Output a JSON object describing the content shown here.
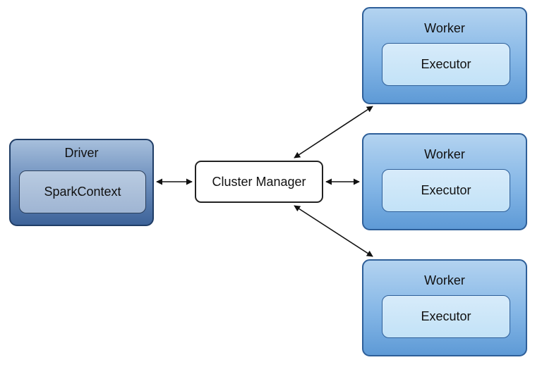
{
  "driver": {
    "label": "Driver",
    "context_label": "SparkContext"
  },
  "cluster_manager": {
    "label": "Cluster Manager"
  },
  "workers": [
    {
      "label": "Worker",
      "executor_label": "Executor"
    },
    {
      "label": "Worker",
      "executor_label": "Executor"
    },
    {
      "label": "Worker",
      "executor_label": "Executor"
    }
  ],
  "colors": {
    "driver_fill": "#7192bf",
    "driver_border": "#1f3d66",
    "worker_fill": "#84b6e6",
    "worker_border": "#2e5f99",
    "executor_fill": "#c9e5f8",
    "cluster_manager_fill": "#ffffff",
    "arrow": "#111111"
  }
}
